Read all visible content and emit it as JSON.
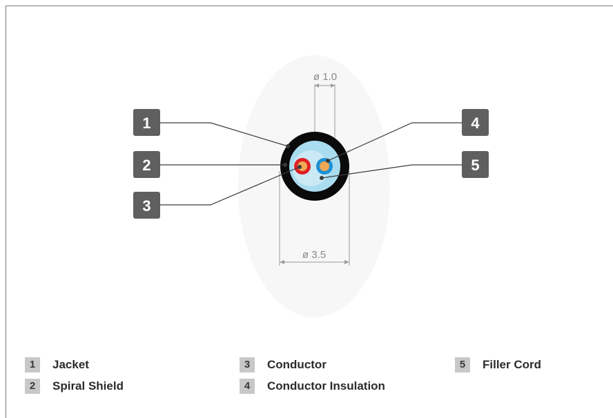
{
  "dimensions": {
    "inner_diameter_label": "ø 1.0",
    "outer_diameter_label": "ø 3.5"
  },
  "callouts": [
    {
      "number": "1"
    },
    {
      "number": "2"
    },
    {
      "number": "3"
    },
    {
      "number": "4"
    },
    {
      "number": "5"
    }
  ],
  "legend": [
    {
      "number": "1",
      "label": "Jacket"
    },
    {
      "number": "2",
      "label": "Spiral Shield"
    },
    {
      "number": "3",
      "label": "Conductor"
    },
    {
      "number": "4",
      "label": "Conductor Insulation"
    },
    {
      "number": "5",
      "label": "Filler Cord"
    }
  ],
  "colors": {
    "jacket": "#0a0a0a",
    "shield": "#a9dcef",
    "red_insulation": "#e01f26",
    "blue_insulation": "#1e90d6",
    "conductor": "#f0a855",
    "callout_box": "#5f5f5f",
    "leader_line": "#3a3a3a"
  }
}
